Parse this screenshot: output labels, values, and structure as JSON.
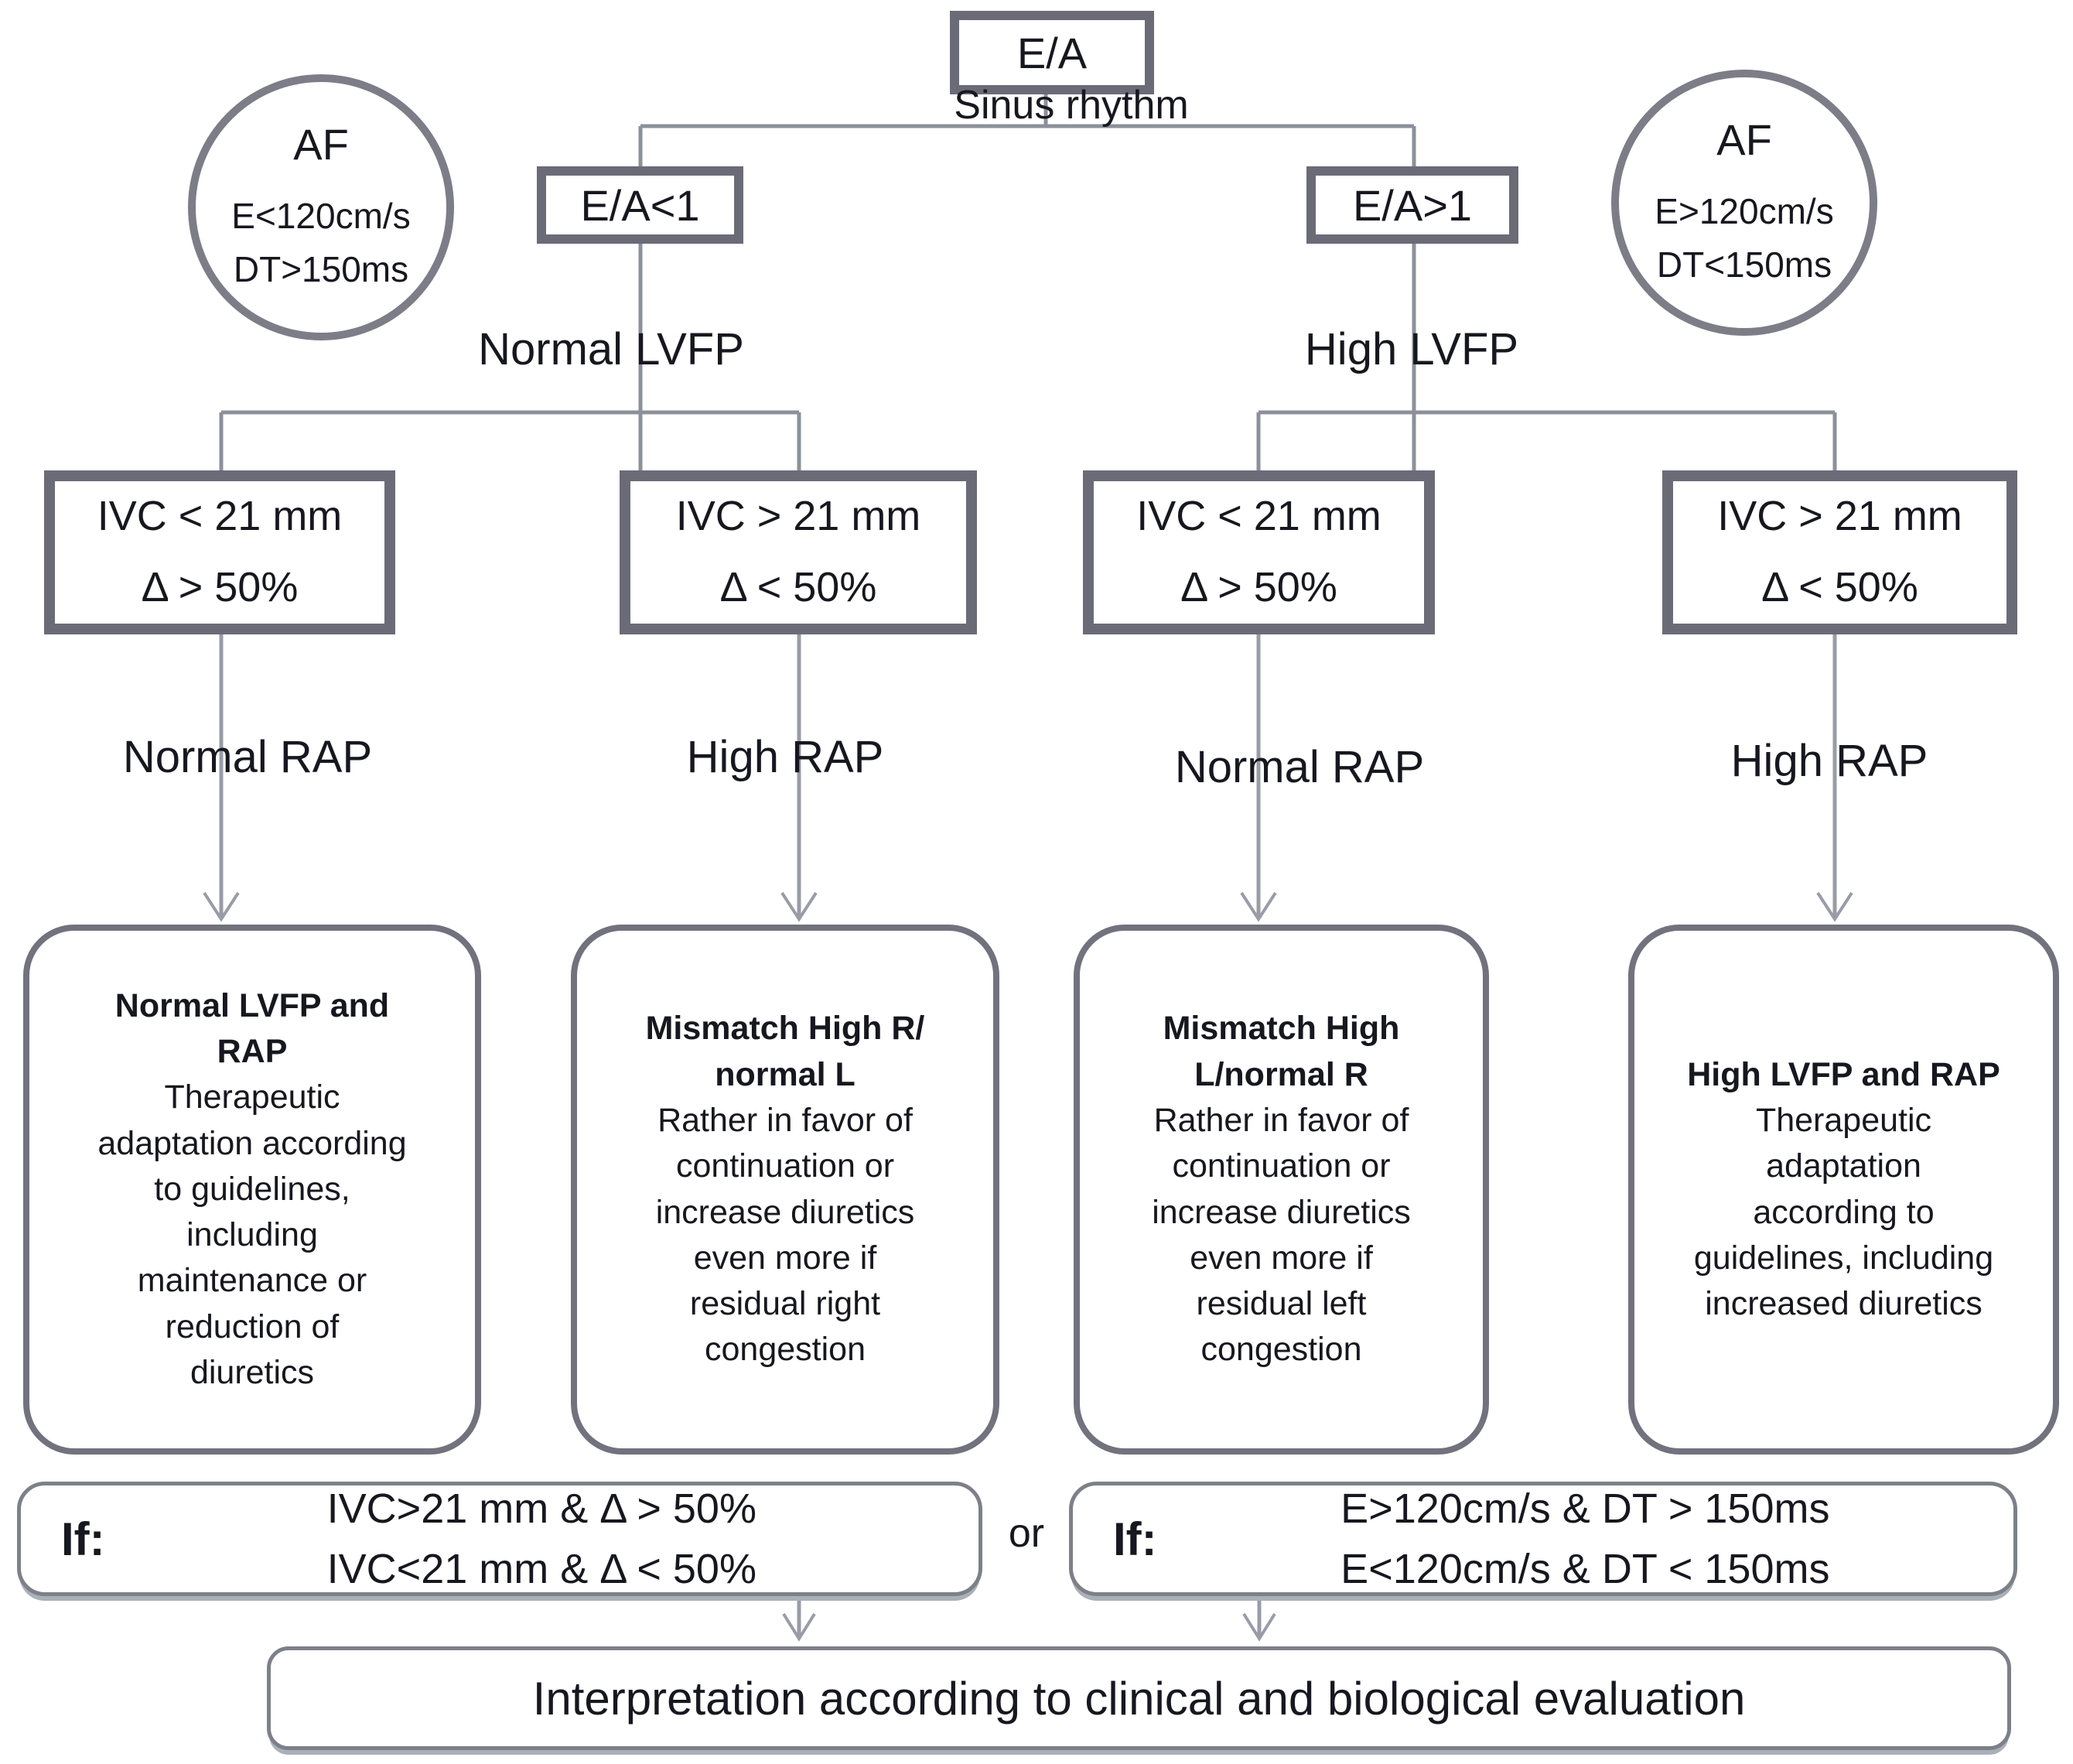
{
  "root": {
    "label": "E/A",
    "sublabel": "Sinus rhythm"
  },
  "af_left": {
    "title": "AF",
    "line1": "E<120cm/s",
    "line2": "DT>150ms"
  },
  "af_right": {
    "title": "AF",
    "line1": "E>120cm/s",
    "line2": "DT<150ms"
  },
  "branches": {
    "left": {
      "label": "E/A<1",
      "sublabel": "Normal LVFP"
    },
    "right": {
      "label": "E/A>1",
      "sublabel": "High LVFP"
    }
  },
  "columns": [
    {
      "ivc_line1": "IVC < 21 mm",
      "ivc_line2": "Δ > 50%",
      "rap": "Normal RAP",
      "outcome_title": "Normal LVFP and\nRAP",
      "outcome_body": "Therapeutic\nadaptation according\nto guidelines,\nincluding\nmaintenance or\nreduction of\ndiuretics"
    },
    {
      "ivc_line1": "IVC > 21 mm",
      "ivc_line2": "Δ < 50%",
      "rap": "High RAP",
      "outcome_title": "Mismatch High R/\nnormal L",
      "outcome_body": "Rather in favor of\ncontinuation or\nincrease diuretics\neven more if\nresidual right\ncongestion"
    },
    {
      "ivc_line1": "IVC < 21 mm",
      "ivc_line2": "Δ > 50%",
      "rap": "Normal RAP",
      "outcome_title": "Mismatch High\nL/normal R",
      "outcome_body": "Rather in favor of\ncontinuation or\nincrease diuretics\neven more if\nresidual left\ncongestion"
    },
    {
      "ivc_line1": "IVC > 21 mm",
      "ivc_line2": "Δ < 50%",
      "rap": "High RAP",
      "outcome_title": "High LVFP and RAP",
      "outcome_body": "Therapeutic\nadaptation\naccording to\nguidelines, including\nincreased diuretics"
    }
  ],
  "if_left": {
    "prefix": "If:",
    "lines": "IVC>21 mm & Δ > 50%\nIVC<21 mm & Δ < 50%"
  },
  "or_label": "or",
  "if_right": {
    "prefix": "If:",
    "lines": "E>120cm/s & DT > 150ms\nE<120cm/s & DT < 150ms"
  },
  "footer": {
    "text": "Interpretation according to clinical and biological evaluation"
  },
  "colors": {
    "thick_border": "#6b6b78",
    "line": "#8b909a",
    "text": "#17171f"
  }
}
